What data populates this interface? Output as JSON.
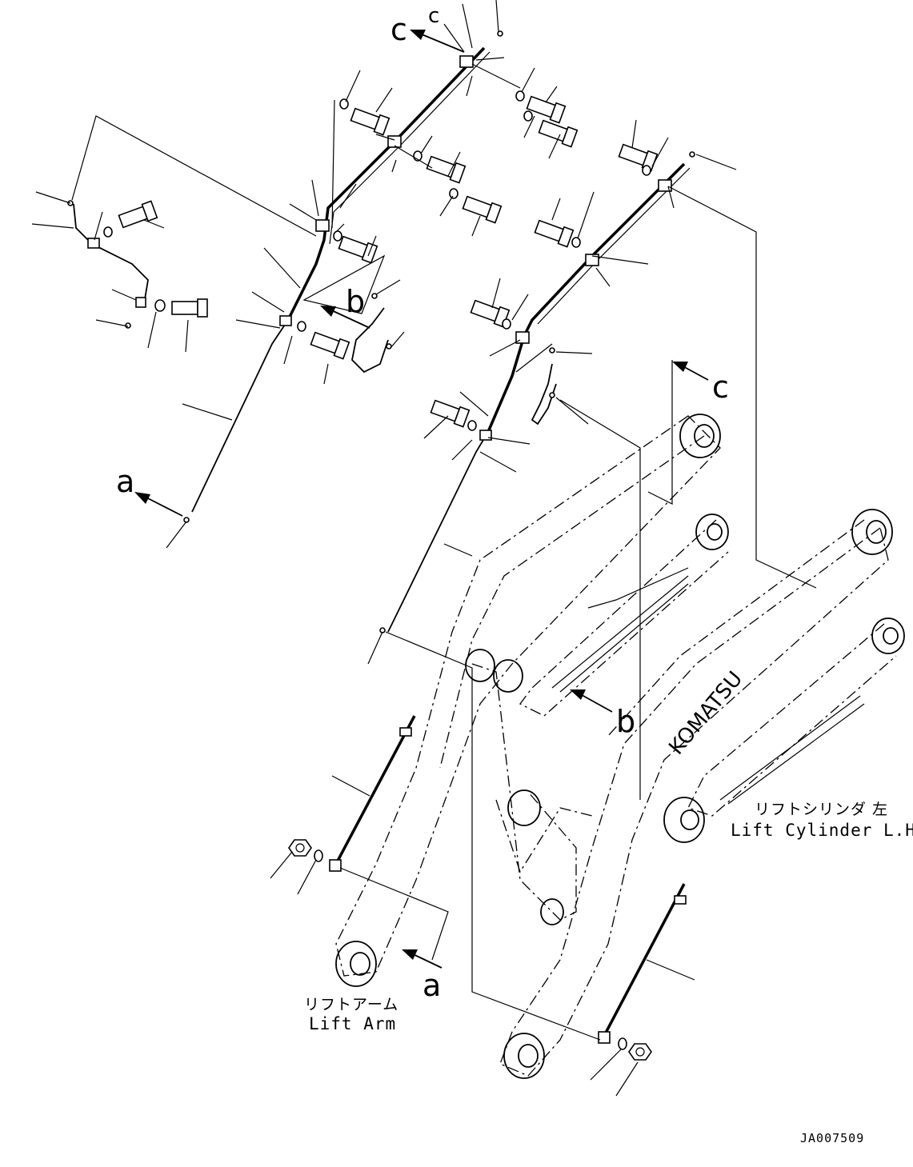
{
  "callouts": {
    "a_top": "a",
    "a_bottom": "a",
    "b_top": "b",
    "b_bottom": "b",
    "c_top_large": "c",
    "c_top_small": "c",
    "c_right": "c"
  },
  "labels": {
    "lift_cylinder_jp": "リフトシリンダ 左",
    "lift_cylinder_en": "Lift Cylinder L.H.",
    "lift_arm_jp": "リフトアーム",
    "lift_arm_en": "Lift Arm",
    "cylinder_brand": "KOMATSU"
  },
  "drawing_code": "JA007509"
}
